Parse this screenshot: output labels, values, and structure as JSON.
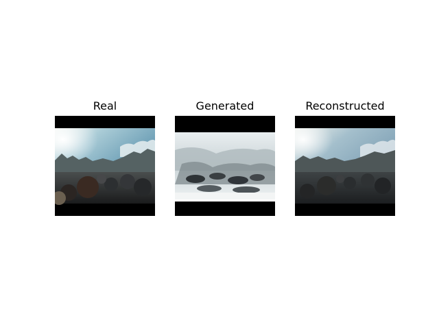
{
  "figure": {
    "panels": [
      {
        "title": "Real",
        "image": "crowd-street-photo-real"
      },
      {
        "title": "Generated",
        "image": "crowd-street-photo-generated"
      },
      {
        "title": "Reconstructed",
        "image": "crowd-street-photo-reconstructed"
      }
    ]
  }
}
